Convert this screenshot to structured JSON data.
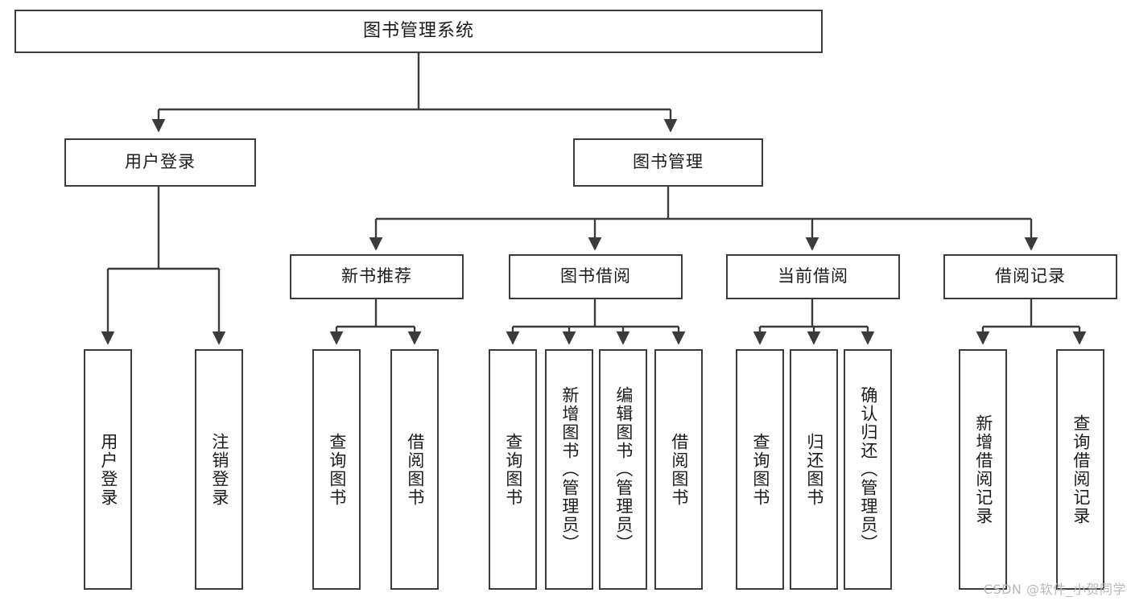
{
  "diagram": {
    "title": "图书管理系统",
    "watermark": "CSDN @软件_小贺同学",
    "accent_color": "#3b3b3b",
    "background_color": "#ffffff",
    "text_color": "#1b1b1b",
    "watermark_color": "#b9b9b9",
    "level1": [
      {
        "id": "user-login",
        "label": "用户登录"
      },
      {
        "id": "book-manage",
        "label": "图书管理"
      }
    ],
    "level2": [
      {
        "id": "new-book-recommend",
        "label": "新书推荐"
      },
      {
        "id": "book-borrow",
        "label": "图书借阅"
      },
      {
        "id": "current-borrow",
        "label": "当前借阅"
      },
      {
        "id": "borrow-record",
        "label": "借阅记录"
      }
    ],
    "leaves": {
      "user_login": [
        {
          "id": "leaf-user-login",
          "label": "用户登录"
        },
        {
          "id": "leaf-logout-login",
          "label": "注销登录"
        }
      ],
      "new_book_recommend": [
        {
          "id": "leaf-query-book-1",
          "label": "查询图书"
        },
        {
          "id": "leaf-borrow-book-1",
          "label": "借阅图书"
        }
      ],
      "book_borrow": [
        {
          "id": "leaf-query-book-2",
          "label": "查询图书"
        },
        {
          "id": "leaf-add-book",
          "label": "新增图书（管理员）"
        },
        {
          "id": "leaf-edit-book",
          "label": "编辑图书（管理员）"
        },
        {
          "id": "leaf-borrow-book-2",
          "label": "借阅图书"
        }
      ],
      "current_borrow": [
        {
          "id": "leaf-query-book-3",
          "label": "查询图书"
        },
        {
          "id": "leaf-return-book",
          "label": "归还图书"
        },
        {
          "id": "leaf-confirm-return",
          "label": "确认归还（管理员）"
        }
      ],
      "borrow_record": [
        {
          "id": "leaf-add-record",
          "label": "新增借阅记录"
        },
        {
          "id": "leaf-query-record",
          "label": "查询借阅记录"
        }
      ]
    }
  }
}
